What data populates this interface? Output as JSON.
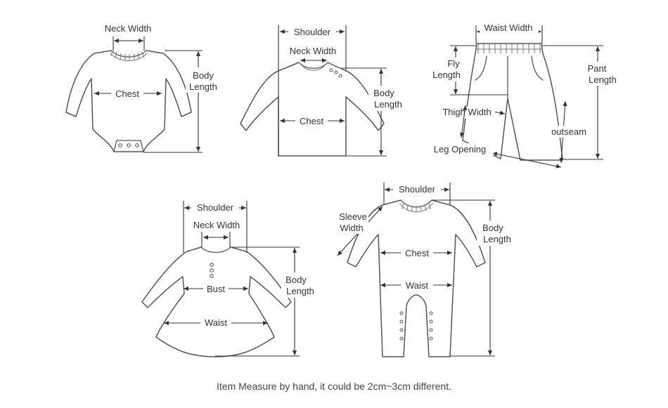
{
  "bodysuit": {
    "neck_width": "Neck Width",
    "chest": "Chest",
    "body_length_1": "Body",
    "body_length_2": "Length"
  },
  "shirt": {
    "shoulder": "Shoulder",
    "neck_width": "Neck Width",
    "chest": "Chest",
    "body_length_1": "Body",
    "body_length_2": "Length"
  },
  "pants": {
    "waist_width": "Waist Width",
    "fly_length_1": "Fly",
    "fly_length_2": "Length",
    "pant_length_1": "Pant",
    "pant_length_2": "Length",
    "thigh_width": "Thigh Width",
    "outseam": "outseam",
    "leg_opening": "Leg Opening"
  },
  "dress": {
    "shoulder": "Shoulder",
    "neck_width": "Neck Width",
    "bust": "Bust",
    "waist": "Waist",
    "body_length_1": "Body",
    "body_length_2": "Length"
  },
  "romper": {
    "shoulder": "Shoulder",
    "sleeve_width_1": "Sleeve",
    "sleeve_width_2": "Width",
    "chest": "Chest",
    "waist": "Waist",
    "body_length_1": "Body",
    "body_length_2": "Length"
  },
  "footer": {
    "note": "Item Measure by hand, it could be 2cm~3cm different."
  }
}
